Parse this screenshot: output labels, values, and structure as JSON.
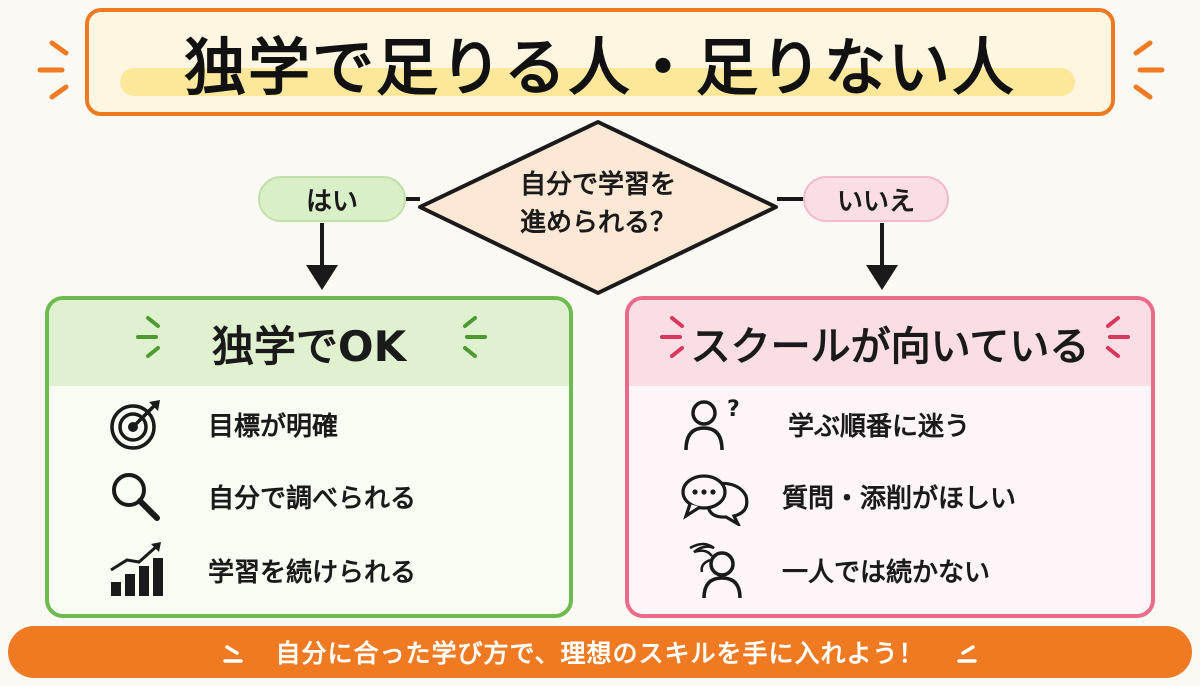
{
  "title": "独学で足りる人・足りない人",
  "question": {
    "line1": "自分で学習を",
    "line2": "進められる？"
  },
  "yes_label": "はい",
  "no_label": "いいえ",
  "left_panel": {
    "heading": "独学でOK",
    "items": [
      {
        "icon": "target-icon",
        "label": "目標が明確"
      },
      {
        "icon": "magnifier-icon",
        "label": "自分で調べられる"
      },
      {
        "icon": "growth-chart-icon",
        "label": "学習を続けられる"
      }
    ]
  },
  "right_panel": {
    "heading": "スクールが向いている",
    "items": [
      {
        "icon": "confused-person-icon",
        "label": "学ぶ順番に迷う"
      },
      {
        "icon": "chat-bubbles-icon",
        "label": "質問・添削がほしい"
      },
      {
        "icon": "dizzy-person-icon",
        "label": "一人では続かない"
      }
    ]
  },
  "footer": "自分に合った学び方で、理想のスキルを手に入れよう！",
  "colors": {
    "orange": "#ef7a22",
    "green": "#6dbb4e",
    "pink": "#ea6a8a"
  }
}
